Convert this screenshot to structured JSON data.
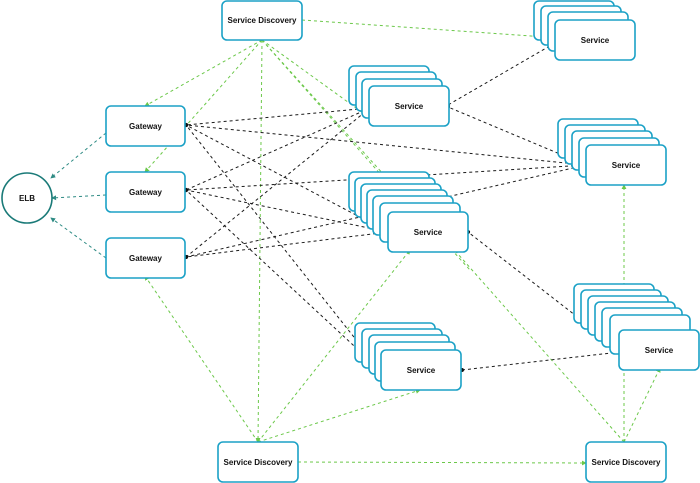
{
  "nodes": {
    "elb": "ELB",
    "gateway_1": "Gateway",
    "gateway_2": "Gateway",
    "gateway_3": "Gateway",
    "discovery_top": "Service Discovery",
    "discovery_bottom_left": "Service Discovery",
    "discovery_bottom_right": "Service Discovery",
    "service_far_right_top": "Service",
    "service_mid_top": "Service",
    "service_right_mid": "Service",
    "service_center": "Service",
    "service_right_lower": "Service",
    "service_lower_mid": "Service"
  },
  "colors": {
    "box_border": "#1ba1c6",
    "elb_border": "#1a7a78",
    "dependency_edge": "#1b1b1b",
    "discovery_edge": "#6cc84a",
    "load_balancer_edge": "#2e8b84"
  }
}
